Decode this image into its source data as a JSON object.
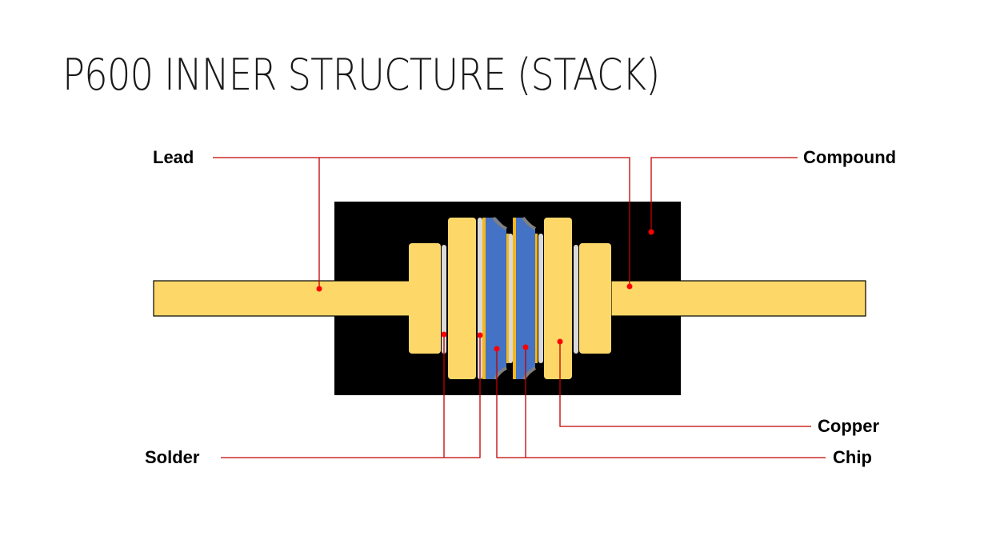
{
  "title": "P600 INNER STRUCTURE (STACK)",
  "labels": {
    "lead": "Lead",
    "compound": "Compound",
    "solder": "Solder",
    "copper": "Copper",
    "chip": "Chip"
  },
  "colors": {
    "compound": "#000000",
    "copper": "#FDD868",
    "solder": "#D9D9D9",
    "chip": "#4472C4",
    "chip_metallization": "#F4B81C",
    "chip_bevel": "#7F7F7F",
    "leader_line": "#C00000",
    "pointer_dot": "#FF0000"
  }
}
